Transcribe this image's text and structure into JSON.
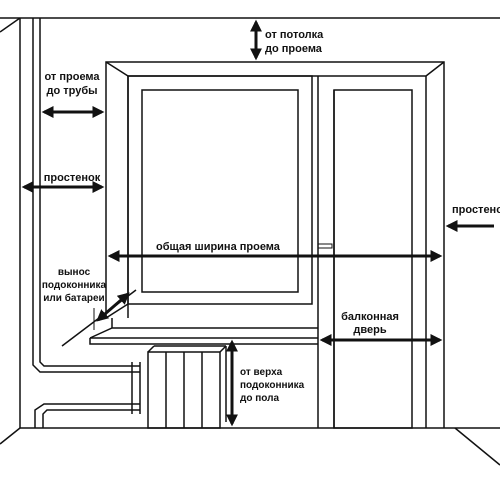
{
  "labels": {
    "ceiling_to_opening": [
      "от потолка",
      "до проема"
    ],
    "opening_to_pipe": [
      "от проема",
      "до трубы"
    ],
    "pier_left": "простенок",
    "pier_right": "простенок",
    "total_width": "общая  ширина проема",
    "sill_overhang": [
      "вынос",
      "подоконника",
      "или батареи"
    ],
    "balcony_door": [
      "балконная",
      "дверь"
    ],
    "sill_to_floor": [
      "от верха",
      "подоконника",
      "до пола"
    ]
  },
  "colors": {
    "line": "#111111",
    "background": "#ffffff"
  }
}
